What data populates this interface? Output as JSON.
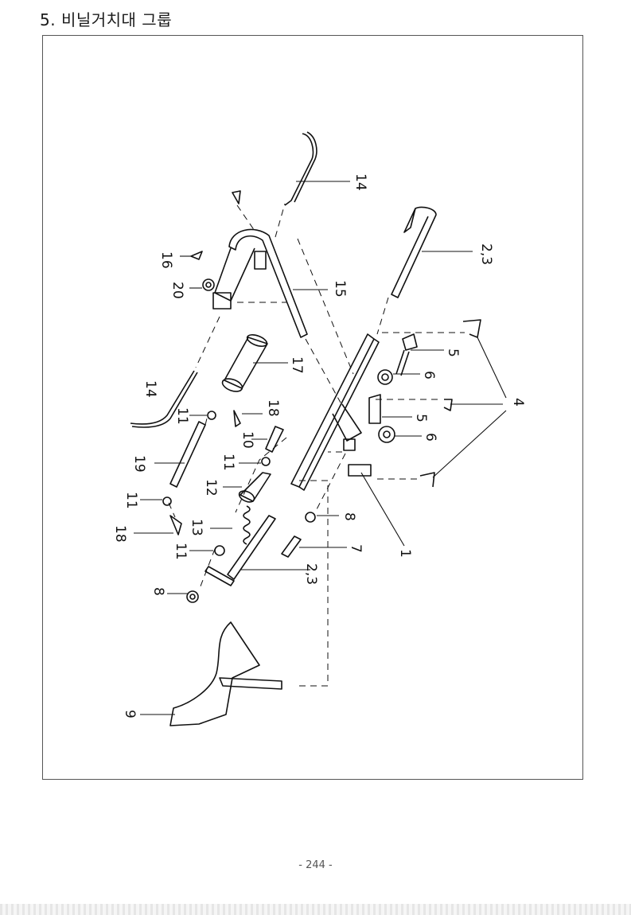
{
  "heading": "5. 비닐거치대 그룹",
  "page_number": "- 244 -",
  "callouts": {
    "c14a": "14",
    "c23a": "2,3",
    "c16": "16",
    "c20": "20",
    "c15": "15",
    "c5a": "5",
    "c6a": "6",
    "c17": "17",
    "c4": "4",
    "c14b": "14",
    "c18a": "18",
    "c5b": "5",
    "c11a": "11",
    "c10": "10",
    "c6b": "6",
    "c19": "19",
    "c11b": "11",
    "c12": "12",
    "c11c": "11",
    "c8a": "8",
    "c13": "13",
    "c18b": "18",
    "c7": "7",
    "c1": "1",
    "c11d": "11",
    "c23b": "2,3",
    "c8b": "8",
    "c9": "9"
  }
}
